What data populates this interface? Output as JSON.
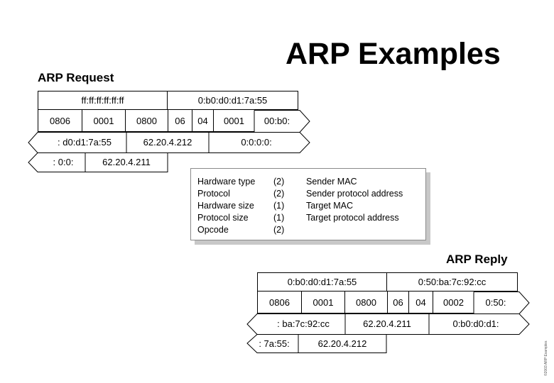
{
  "title": "ARP Examples",
  "request": {
    "label": "ARP Request",
    "row1": [
      "ff:ff:ff:ff:ff:ff",
      "0:b0:d0:d1:7a:55"
    ],
    "row2": [
      "0806",
      "0001",
      "0800",
      "06",
      "04",
      "0001",
      "00:b0:"
    ],
    "row3": [
      ": d0:d1:7a:55",
      "62.20.4.212",
      "0:0:0:0:"
    ],
    "row4": [
      ": 0:0:",
      "62.20.4.211"
    ]
  },
  "legend": {
    "fields": [
      "Hardware type",
      "Protocol",
      "Hardware size",
      "Protocol size",
      "Opcode"
    ],
    "sizes": [
      "(2)",
      "(2)",
      "(1)",
      "(1)",
      "(2)"
    ],
    "addresses": [
      "Sender MAC",
      "Sender protocol address",
      "Target MAC",
      "Target protocol address"
    ]
  },
  "reply": {
    "label": "ARP Reply",
    "row1": [
      "0:b0:d0:d1:7a:55",
      "0:50:ba:7c:92:cc"
    ],
    "row2": [
      "0806",
      "0001",
      "0800",
      "06",
      "04",
      "0002",
      "0:50:"
    ],
    "row3": [
      ": ba:7c:92:cc",
      "62.20.4.211",
      "0:b0:d0:d1:"
    ],
    "row4": [
      ": 7a:55:",
      "62.20.4.212"
    ]
  },
  "footer": "©2003 ARP Examples"
}
